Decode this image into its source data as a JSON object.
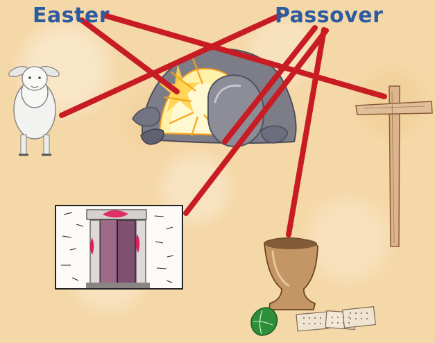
{
  "words": {
    "easter": "Easter",
    "passover": "Passover"
  },
  "images": [
    {
      "name": "lamb-image"
    },
    {
      "name": "empty-tomb-image"
    },
    {
      "name": "cross-image"
    },
    {
      "name": "blood-doorway-image"
    },
    {
      "name": "cup-and-matzah-image"
    }
  ],
  "colors": {
    "background": "#f5d8a8",
    "word_text": "#2d5b9f",
    "connector_line": "#c81c24"
  }
}
